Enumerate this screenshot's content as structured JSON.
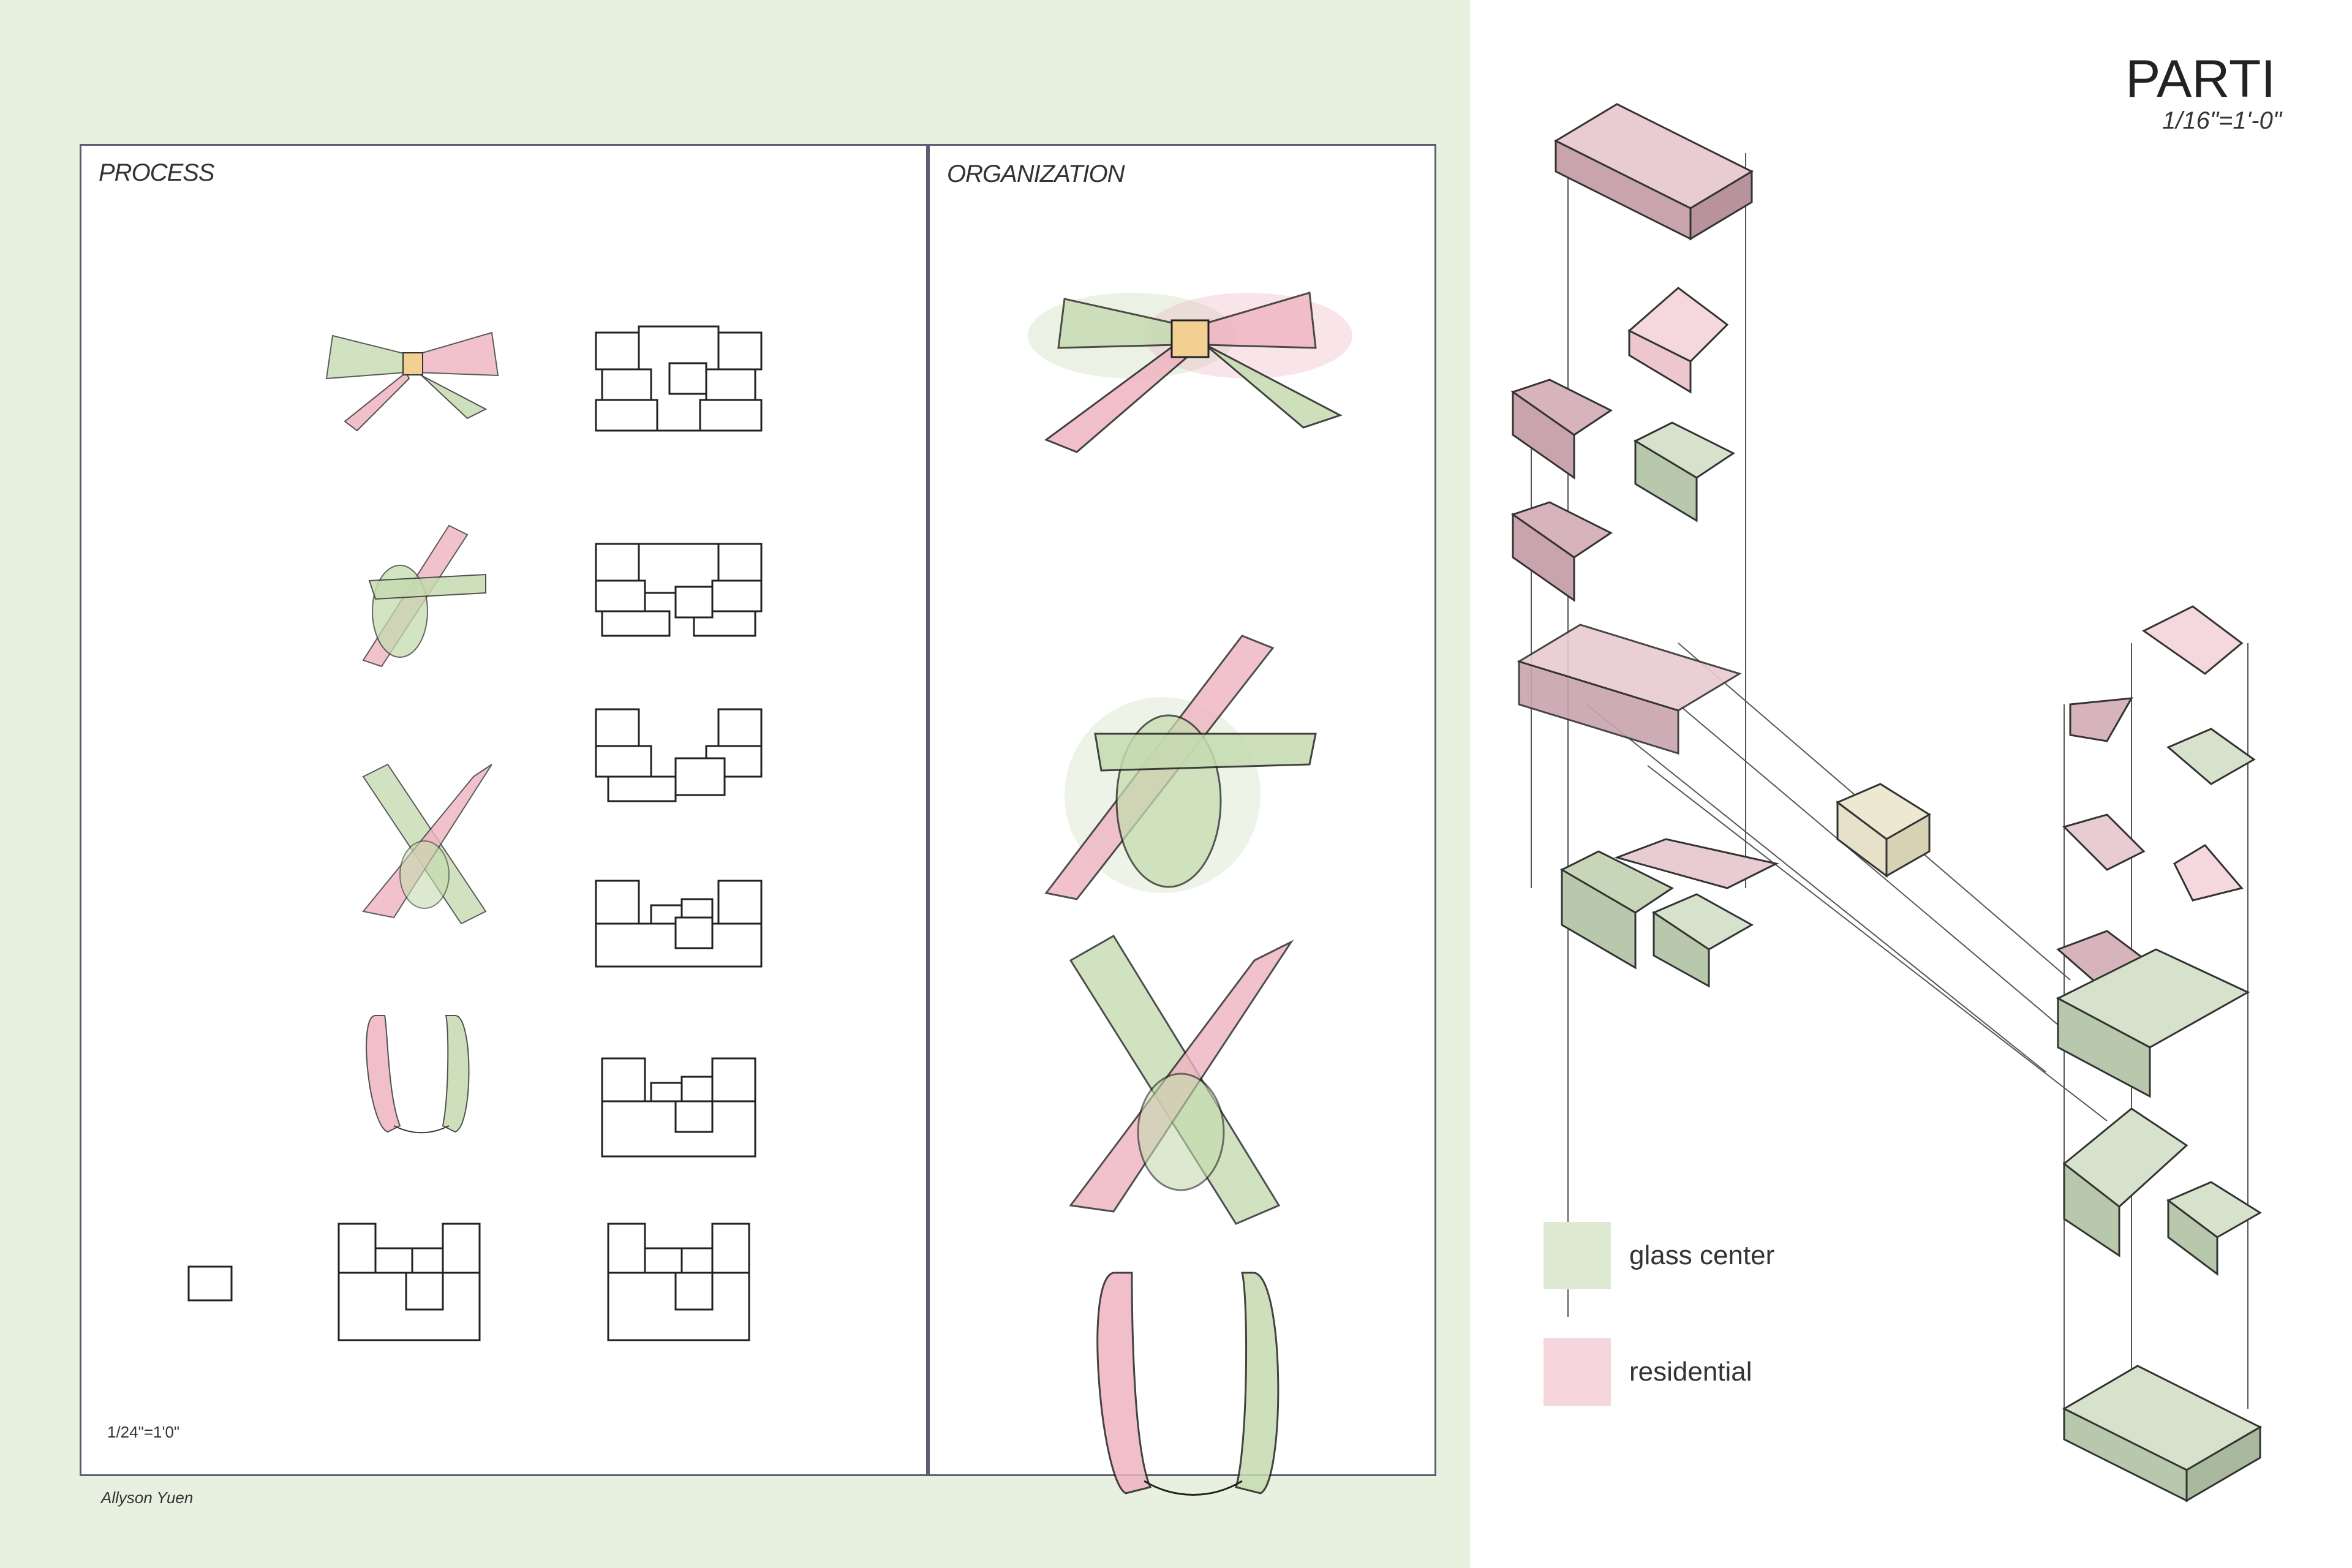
{
  "process_panel": {
    "title": "PROCESS",
    "scale": "1/24\"=1'0\""
  },
  "organization_panel": {
    "title": "ORGANIZATION"
  },
  "author": "Allyson Yuen",
  "parti": {
    "title": "PARTI",
    "scale": "1/16\"=1'-0\""
  },
  "legend": [
    {
      "label": "glass center",
      "color": "#dde9d0"
    },
    {
      "label": "residential",
      "color": "#f6d6dc"
    }
  ],
  "colors": {
    "background": "#e8f0e0",
    "panel_border": "#5b5e70",
    "green_ribbon": "#c5dbb0",
    "pink_ribbon": "#efb4c0",
    "knot": "#f2cf92",
    "glass_box_top": "#d7e2cc",
    "glass_box_side": "#b8c8ac",
    "res_box_top": "#e8ccd1",
    "res_box_side": "#c9a4ad",
    "connector": "#e6e1c8"
  },
  "icons": [
    "bow-ribbon",
    "loop-ribbon",
    "cross-ribbon",
    "u-ribbon",
    "massing-block",
    "isometric-box"
  ]
}
